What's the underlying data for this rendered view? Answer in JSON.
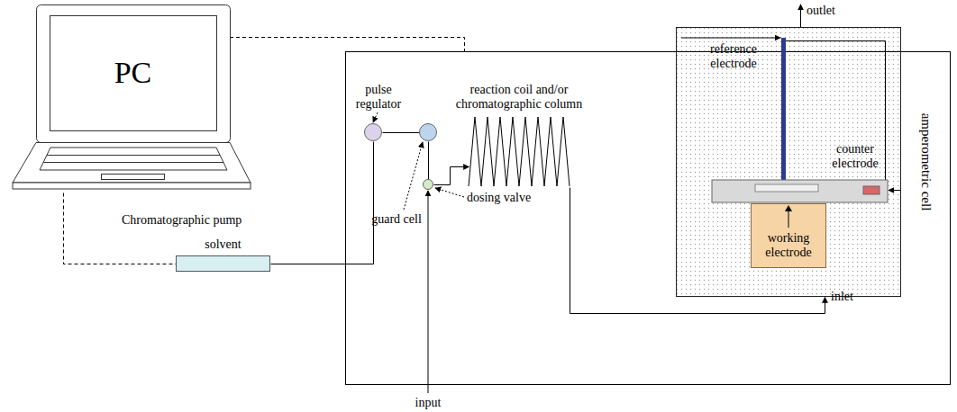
{
  "diagram": {
    "nodes": [
      {
        "text": [
          "PC"
        ]
      },
      {
        "text": [
          "solvent"
        ]
      },
      {
        "text": [
          "pulse regulator"
        ]
      },
      {
        "text": [
          "guard cell"
        ]
      },
      {
        "text": [
          "dosing valve"
        ]
      },
      {
        "text": [
          "reaction coil and/or chromatographic column"
        ]
      },
      {
        "text": [
          "amperometric cell"
        ]
      },
      {
        "text": [
          "working electrode"
        ],
        "in": 6
      }
    ],
    "edges": [
      {
        "from": 0,
        "to": 1,
        "arrow": "none"
      },
      {
        "from": 1,
        "to": 2,
        "arrow": "none"
      },
      {
        "from": 2,
        "to": 3,
        "arrow": "none"
      },
      {
        "from": 3,
        "to": 4,
        "arrow": "none"
      },
      {
        "from": 4,
        "to": 5,
        "arrow": "to"
      },
      {
        "from": 5,
        "to": 6,
        "arrow": "to"
      }
    ],
    "labels": [
      "Chromatographic pump",
      "input",
      "outlet",
      "inlet",
      "reference electrode",
      "counter electrode"
    ]
  }
}
